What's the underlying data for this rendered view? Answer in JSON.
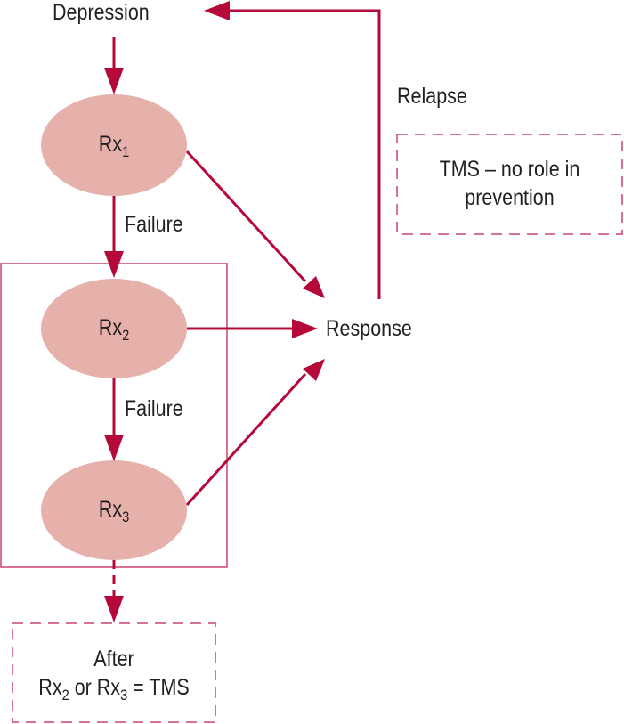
{
  "colors": {
    "arrow": "#b5093a",
    "node_fill": "#e6b0ab",
    "frame": "#c8466b",
    "dashed_box": "#c8466b",
    "text": "#231f20"
  },
  "nodes": {
    "depression": "Depression",
    "rx1": {
      "base": "Rx",
      "sub": "1"
    },
    "rx2": {
      "base": "Rx",
      "sub": "2"
    },
    "rx3": {
      "base": "Rx",
      "sub": "3"
    },
    "response": "Response"
  },
  "edge_labels": {
    "failure_1": "Failure",
    "failure_2": "Failure",
    "relapse": "Relapse"
  },
  "notes": {
    "tms_prevention": {
      "line1": "TMS – no role in",
      "line2": "prevention"
    },
    "after_box": {
      "line1": "After",
      "part_a": "Rx",
      "sub_a": "2",
      "part_or": " or ",
      "part_b": "Rx",
      "sub_b": "3",
      "part_end": " = TMS"
    }
  }
}
